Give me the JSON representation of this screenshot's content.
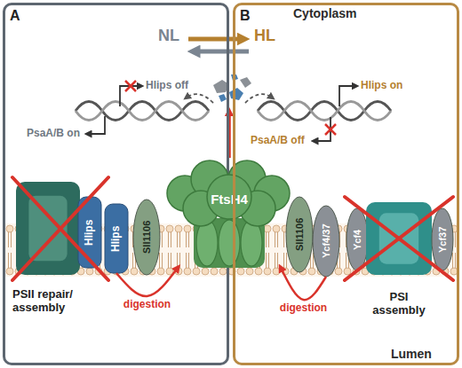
{
  "diagram": {
    "nodes": [
      {
        "text": [
          "A"
        ]
      },
      {
        "text": [
          "PSII repair/ assembly"
        ],
        "in": 0
      },
      {
        "text": [
          "Hlips"
        ],
        "in": 0
      },
      {
        "text": [
          "Hlips"
        ],
        "in": 0
      },
      {
        "text": [
          "Sll1106"
        ],
        "in": 0
      },
      {
        "text": [
          "FtsH4"
        ]
      },
      {
        "text": [
          "B"
        ]
      },
      {
        "text": [
          "Sll1106"
        ],
        "in": 6
      },
      {
        "text": [
          "Ycf4/37"
        ],
        "in": 6
      },
      {
        "text": [
          "Ycf4"
        ],
        "in": 6
      },
      {
        "text": [
          "PSI assembly"
        ],
        "in": 6
      },
      {
        "text": [
          "Ycf37"
        ],
        "in": 6
      }
    ],
    "edges": [
      {
        "from": 3,
        "to": 5,
        "label": "digestion",
        "arrow": "to"
      },
      {
        "from": 8,
        "to": 5,
        "label": "digestion",
        "arrow": "to"
      }
    ],
    "labels": [
      "Cytoplasm",
      "NL",
      "HL",
      "Hlips off",
      "PsaA/B on",
      "Hlips on",
      "PsaA/B off",
      "Lumen"
    ]
  }
}
